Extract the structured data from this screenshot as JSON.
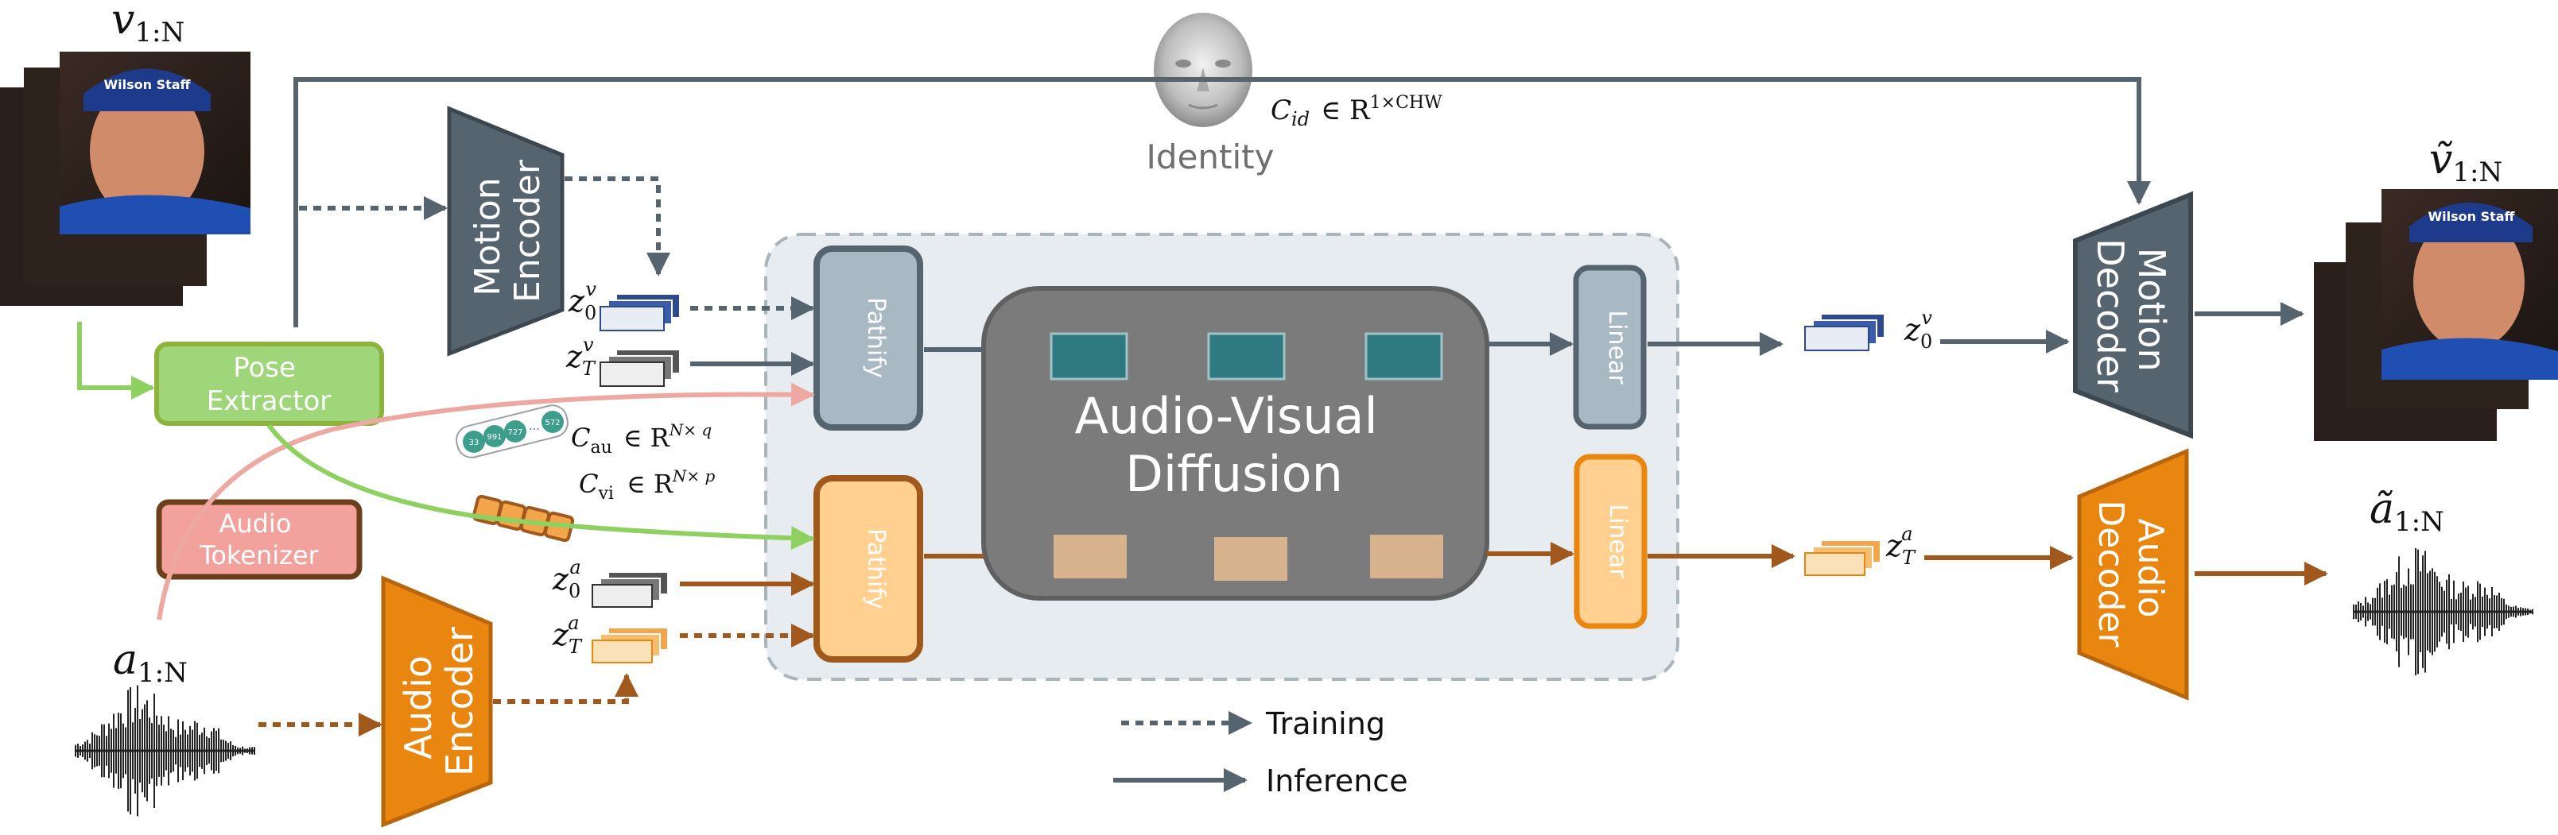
{
  "labels": {
    "v_in": "v",
    "v_in_sub": "1:N",
    "v_out": "ṽ",
    "v_out_sub": "1:N",
    "a_in": "a",
    "a_in_sub": "1:N",
    "a_out": "ã",
    "a_out_sub": "1:N",
    "identity": "Identity",
    "c_id": "C",
    "c_id_sub": "id",
    "c_id_dim": "∈ R",
    "c_id_sup": "1×CHW",
    "c_au": "C",
    "c_au_sub": "au",
    "c_au_dim": "∈ R",
    "c_au_sup": "N× q",
    "c_vi": "C",
    "c_vi_sub": "vi",
    "c_vi_dim": "∈ R",
    "c_vi_sup": "N× p",
    "z": "z",
    "sub_0": "0",
    "sub_T": "T",
    "sup_v": "v",
    "sup_a": "a"
  },
  "blocks": {
    "motion_encoder": [
      "Motion",
      "Encoder"
    ],
    "motion_decoder": [
      "Motion",
      "Decoder"
    ],
    "audio_encoder": [
      "Audio",
      "Encoder"
    ],
    "audio_decoder": [
      "Audio",
      "Decoder"
    ],
    "pose_extractor": [
      "Pose",
      "Extractor"
    ],
    "audio_tokenizer": [
      "Audio",
      "Tokenizer"
    ],
    "patchify_top": "Pathify",
    "patchify_bottom": "Pathify",
    "linear_top": "Linear",
    "linear_bottom": "Linear",
    "diffusion": [
      "Audio-Visual",
      "Diffusion"
    ]
  },
  "tokens": [
    "33",
    "991",
    "727",
    "…",
    "572"
  ],
  "legend": {
    "training": "Training",
    "inference": "Inference"
  },
  "colors": {
    "slate": "#56646f",
    "orange": "#e8860f",
    "light_orange": "#ffd08f",
    "pose_green": "#9fd67a",
    "pose_border": "#8cb43c",
    "tokenizer_pink": "#f2a19c",
    "tokenizer_border": "#6b3f1b",
    "diffusion_gray": "#7b7b7b",
    "teal": "#2f7a80",
    "tan": "#d6b38c",
    "arrow_brown": "#a0581c",
    "arrow_green": "#8fd161",
    "arrow_pink": "#eda8a2"
  }
}
